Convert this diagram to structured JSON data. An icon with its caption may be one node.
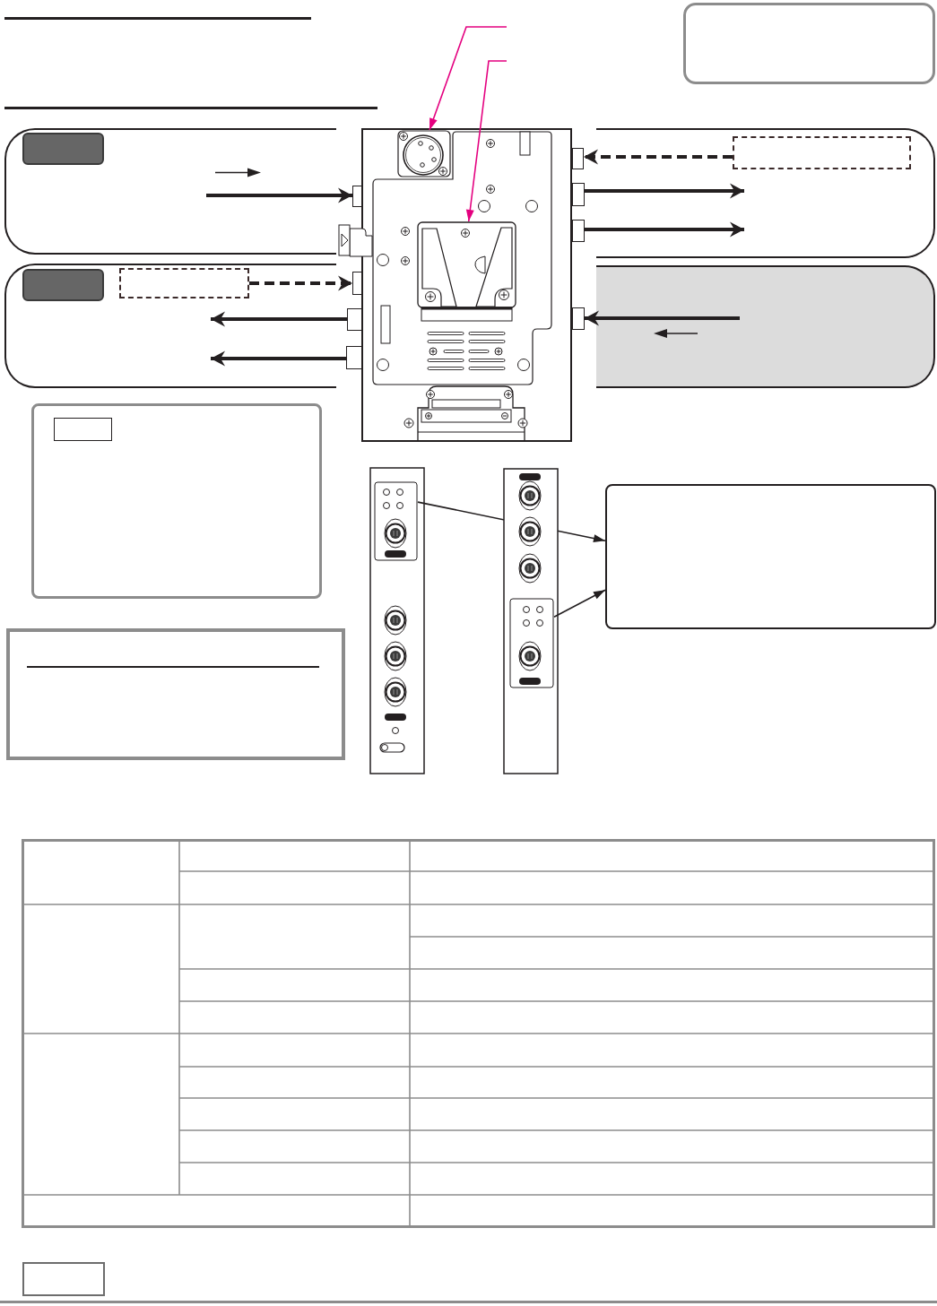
{
  "diagram": {
    "nodes": [
      {
        "text": [],
        "shape": "box"
      },
      {
        "text": [],
        "shape": "band"
      },
      {
        "text": [],
        "shape": "box",
        "in": 1
      },
      {
        "text": [],
        "shape": "band"
      },
      {
        "text": [],
        "shape": "box",
        "in": 3
      },
      {
        "text": [],
        "shape": "box",
        "in": 3
      },
      {
        "text": [],
        "shape": "picture"
      },
      {
        "text": [],
        "shape": "picture",
        "in": 6
      },
      {
        "text": [],
        "shape": "picture",
        "in": 6
      },
      {
        "text": [],
        "shape": "box"
      },
      {
        "text": [],
        "shape": "box"
      },
      {
        "text": [],
        "shape": "box"
      },
      {
        "text": [],
        "shape": "box"
      },
      {
        "text": [],
        "shape": "box"
      },
      {
        "text": [],
        "shape": "box"
      },
      {
        "text": [],
        "shape": "box"
      },
      {
        "text": [],
        "shape": "box"
      },
      {
        "text": [],
        "shape": "band"
      },
      {
        "text": [],
        "shape": "box",
        "in": 17
      },
      {
        "text": [],
        "shape": "band"
      },
      {
        "text": [],
        "shape": "box"
      },
      {
        "text": [],
        "shape": "box",
        "in": 20
      },
      {
        "text": [],
        "shape": "box"
      },
      {
        "text": [],
        "shape": "picture"
      },
      {
        "text": [],
        "shape": "picture",
        "in": 23
      },
      {
        "text": [],
        "shape": "picture"
      },
      {
        "text": [],
        "shape": "picture",
        "in": 25
      },
      {
        "text": [],
        "shape": "box"
      },
      {
        "text": [],
        "shape": "box"
      }
    ],
    "edges": [
      {
        "from": null,
        "to": 7,
        "arrow": "to",
        "color": "#e4007f"
      },
      {
        "from": null,
        "to": 8,
        "arrow": "to",
        "color": "#e4007f"
      },
      {
        "from": null,
        "to": 9,
        "arrow": "to"
      },
      {
        "from": 5,
        "to": 10,
        "arrow": "to",
        "style": "dashed"
      },
      {
        "from": 11,
        "to": 5,
        "arrow": "to"
      },
      {
        "from": 12,
        "to": 3,
        "arrow": "to"
      },
      {
        "from": 18,
        "to": 13,
        "arrow": "to",
        "style": "dashed"
      },
      {
        "from": 14,
        "to": 18,
        "arrow": "to"
      },
      {
        "from": 15,
        "to": 17,
        "arrow": "to"
      },
      {
        "from": 19,
        "to": 16,
        "arrow": "to"
      },
      {
        "from": 24,
        "to": 27,
        "arrow": "to"
      },
      {
        "from": 26,
        "to": 27,
        "arrow": "to"
      }
    ]
  }
}
